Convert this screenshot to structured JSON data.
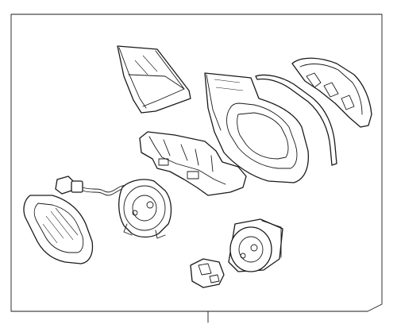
{
  "colors": {
    "background": "#ffffff",
    "line": "#1a1a1a"
  },
  "parts": [
    "assembly-frame",
    "mirror-glass",
    "wiring-harness",
    "glass-actuator-motor",
    "mounting-bracket",
    "triangle-cover",
    "mirror-housing",
    "housing-seal-strip",
    "skull-cap-cover",
    "fold-motor",
    "connector-clip"
  ]
}
